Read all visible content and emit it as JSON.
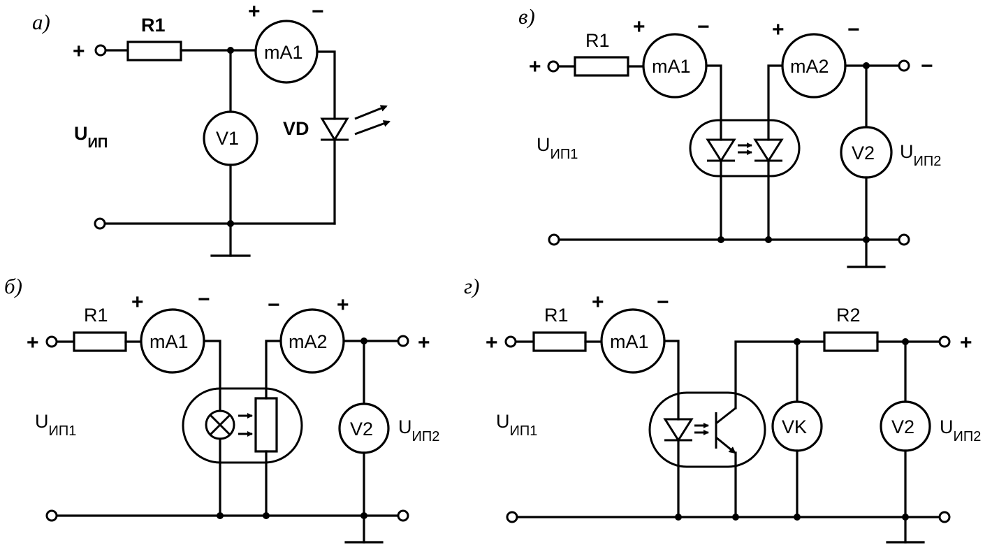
{
  "panels": {
    "a": {
      "tag": "а)",
      "R1": "R1",
      "mA1": "mA1",
      "V1": "V1",
      "VD": "VD",
      "plus_in": "+",
      "plus_meter": "+",
      "minus_meter": "−",
      "u_main": "U",
      "u_sub": "ИП"
    },
    "b": {
      "tag": "б)",
      "R1": "R1",
      "mA1": "mA1",
      "mA2": "mA2",
      "V2": "V2",
      "plus_in": "+",
      "plus_out": "+",
      "mA1_plus": "+",
      "mA1_minus": "−",
      "mA2_minus": "−",
      "mA2_plus": "+",
      "u1_main": "U",
      "u1_sub": "ИП1",
      "u2_main": "U",
      "u2_sub": "ИП2"
    },
    "v": {
      "tag": "в)",
      "R1": "R1",
      "mA1": "mA1",
      "mA2": "mA2",
      "V2": "V2",
      "plus_in": "+",
      "minus_out": "−",
      "mA1_plus": "+",
      "mA1_minus": "−",
      "mA2_plus": "+",
      "mA2_minus": "−",
      "u1_main": "U",
      "u1_sub": "ИП1",
      "u2_main": "U",
      "u2_sub": "ИП2"
    },
    "g": {
      "tag": "г)",
      "R1": "R1",
      "R2": "R2",
      "mA1": "mA1",
      "VK": "VK",
      "V2": "V2",
      "plus_in": "+",
      "plus_out": "+",
      "mA1_plus": "+",
      "mA1_minus": "−",
      "u1_main": "U",
      "u1_sub": "ИП1",
      "u2_main": "U",
      "u2_sub": "ИП2"
    }
  }
}
